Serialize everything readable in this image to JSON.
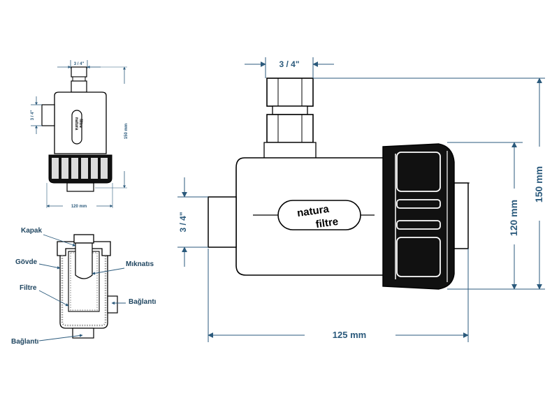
{
  "colors": {
    "dimension": "#2b5a7c",
    "outline": "#000000",
    "body": "#ffffff",
    "cap": "#111111"
  },
  "small_view": {
    "top_dim": "3 / 4\"",
    "left_dim": "3 / 4\"",
    "right_dim": "150 mm",
    "bottom_dim": "120 mm",
    "brand_line1": "natura",
    "brand_line2": "filtre"
  },
  "main_view": {
    "top_dim": "3 / 4\"",
    "left_dim": "3 / 4\"",
    "inner_right_dim": "120 mm",
    "outer_right_dim": "150 mm",
    "bottom_dim": "125 mm",
    "brand_line1": "natura",
    "brand_line2": "filtre"
  },
  "section_labels": {
    "cap": "Kapak",
    "body": "Gövde",
    "filter": "Filtre",
    "inlet": "Bağlantı",
    "magnet": "Mıknatıs",
    "outlet": "Bağlantı"
  }
}
